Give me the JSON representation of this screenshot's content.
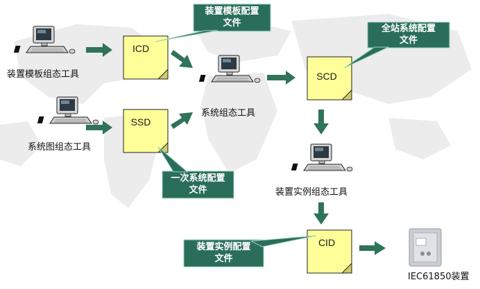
{
  "nodes": {
    "template_tool": "装置模板组态工具",
    "system_diagram_tool": "系统图组态工具",
    "system_config_tool": "系统组态工具",
    "device_instance_tool": "装置实例组态工具",
    "iec_device": "IEC61850装置"
  },
  "files": {
    "icd": "ICD",
    "ssd": "SSD",
    "scd": "SCD",
    "cid": "CID"
  },
  "callouts": {
    "icd": {
      "line1": "装置模板配置",
      "line2": "文件"
    },
    "scd": {
      "line1": "全站系统配置",
      "line2": "文件"
    },
    "ssd": {
      "line1": "一次系统配置",
      "line2": "文件"
    },
    "cid": {
      "line1": "装置实例配置",
      "line2": "文件"
    }
  },
  "colors": {
    "arrow": "#2f7358",
    "callout": "#2a6e5a",
    "note_fill": "#ffff99",
    "map_dots": "#e6e6e6"
  }
}
